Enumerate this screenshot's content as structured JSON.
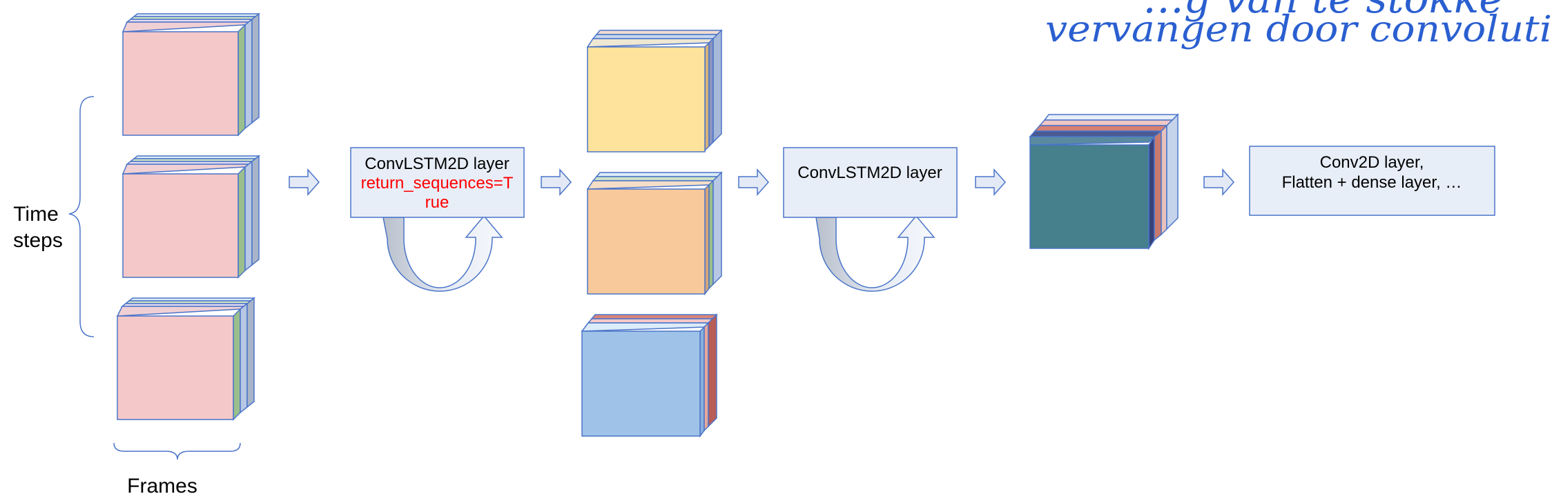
{
  "labels": {
    "time_steps_line1": "Time",
    "time_steps_line2": "steps",
    "frames": "Frames"
  },
  "boxes": {
    "convlstm1_title": "ConvLSTM2D layer",
    "convlstm1_param_line1": "return_sequences=T",
    "convlstm1_param_line2": "rue",
    "convlstm2_title": "ConvLSTM2D layer",
    "final_line1": "Conv2D layer,",
    "final_line2": "Flatten + dense layer, …"
  },
  "handwriting": {
    "line1": "…g van te stokke",
    "line2": "vervangen door convoluti"
  },
  "colors": {
    "box_fill": "#e8eef8",
    "box_stroke": "#4a74c9",
    "frame_pink": "#f4c8c8",
    "out_yellow": "#fde39b",
    "out_orange": "#f8c99a",
    "out_blue": "#9fc3e8",
    "final_teal": "#45808c",
    "param_red": "#ff0000",
    "handwriting_blue": "#2a5fd0"
  }
}
